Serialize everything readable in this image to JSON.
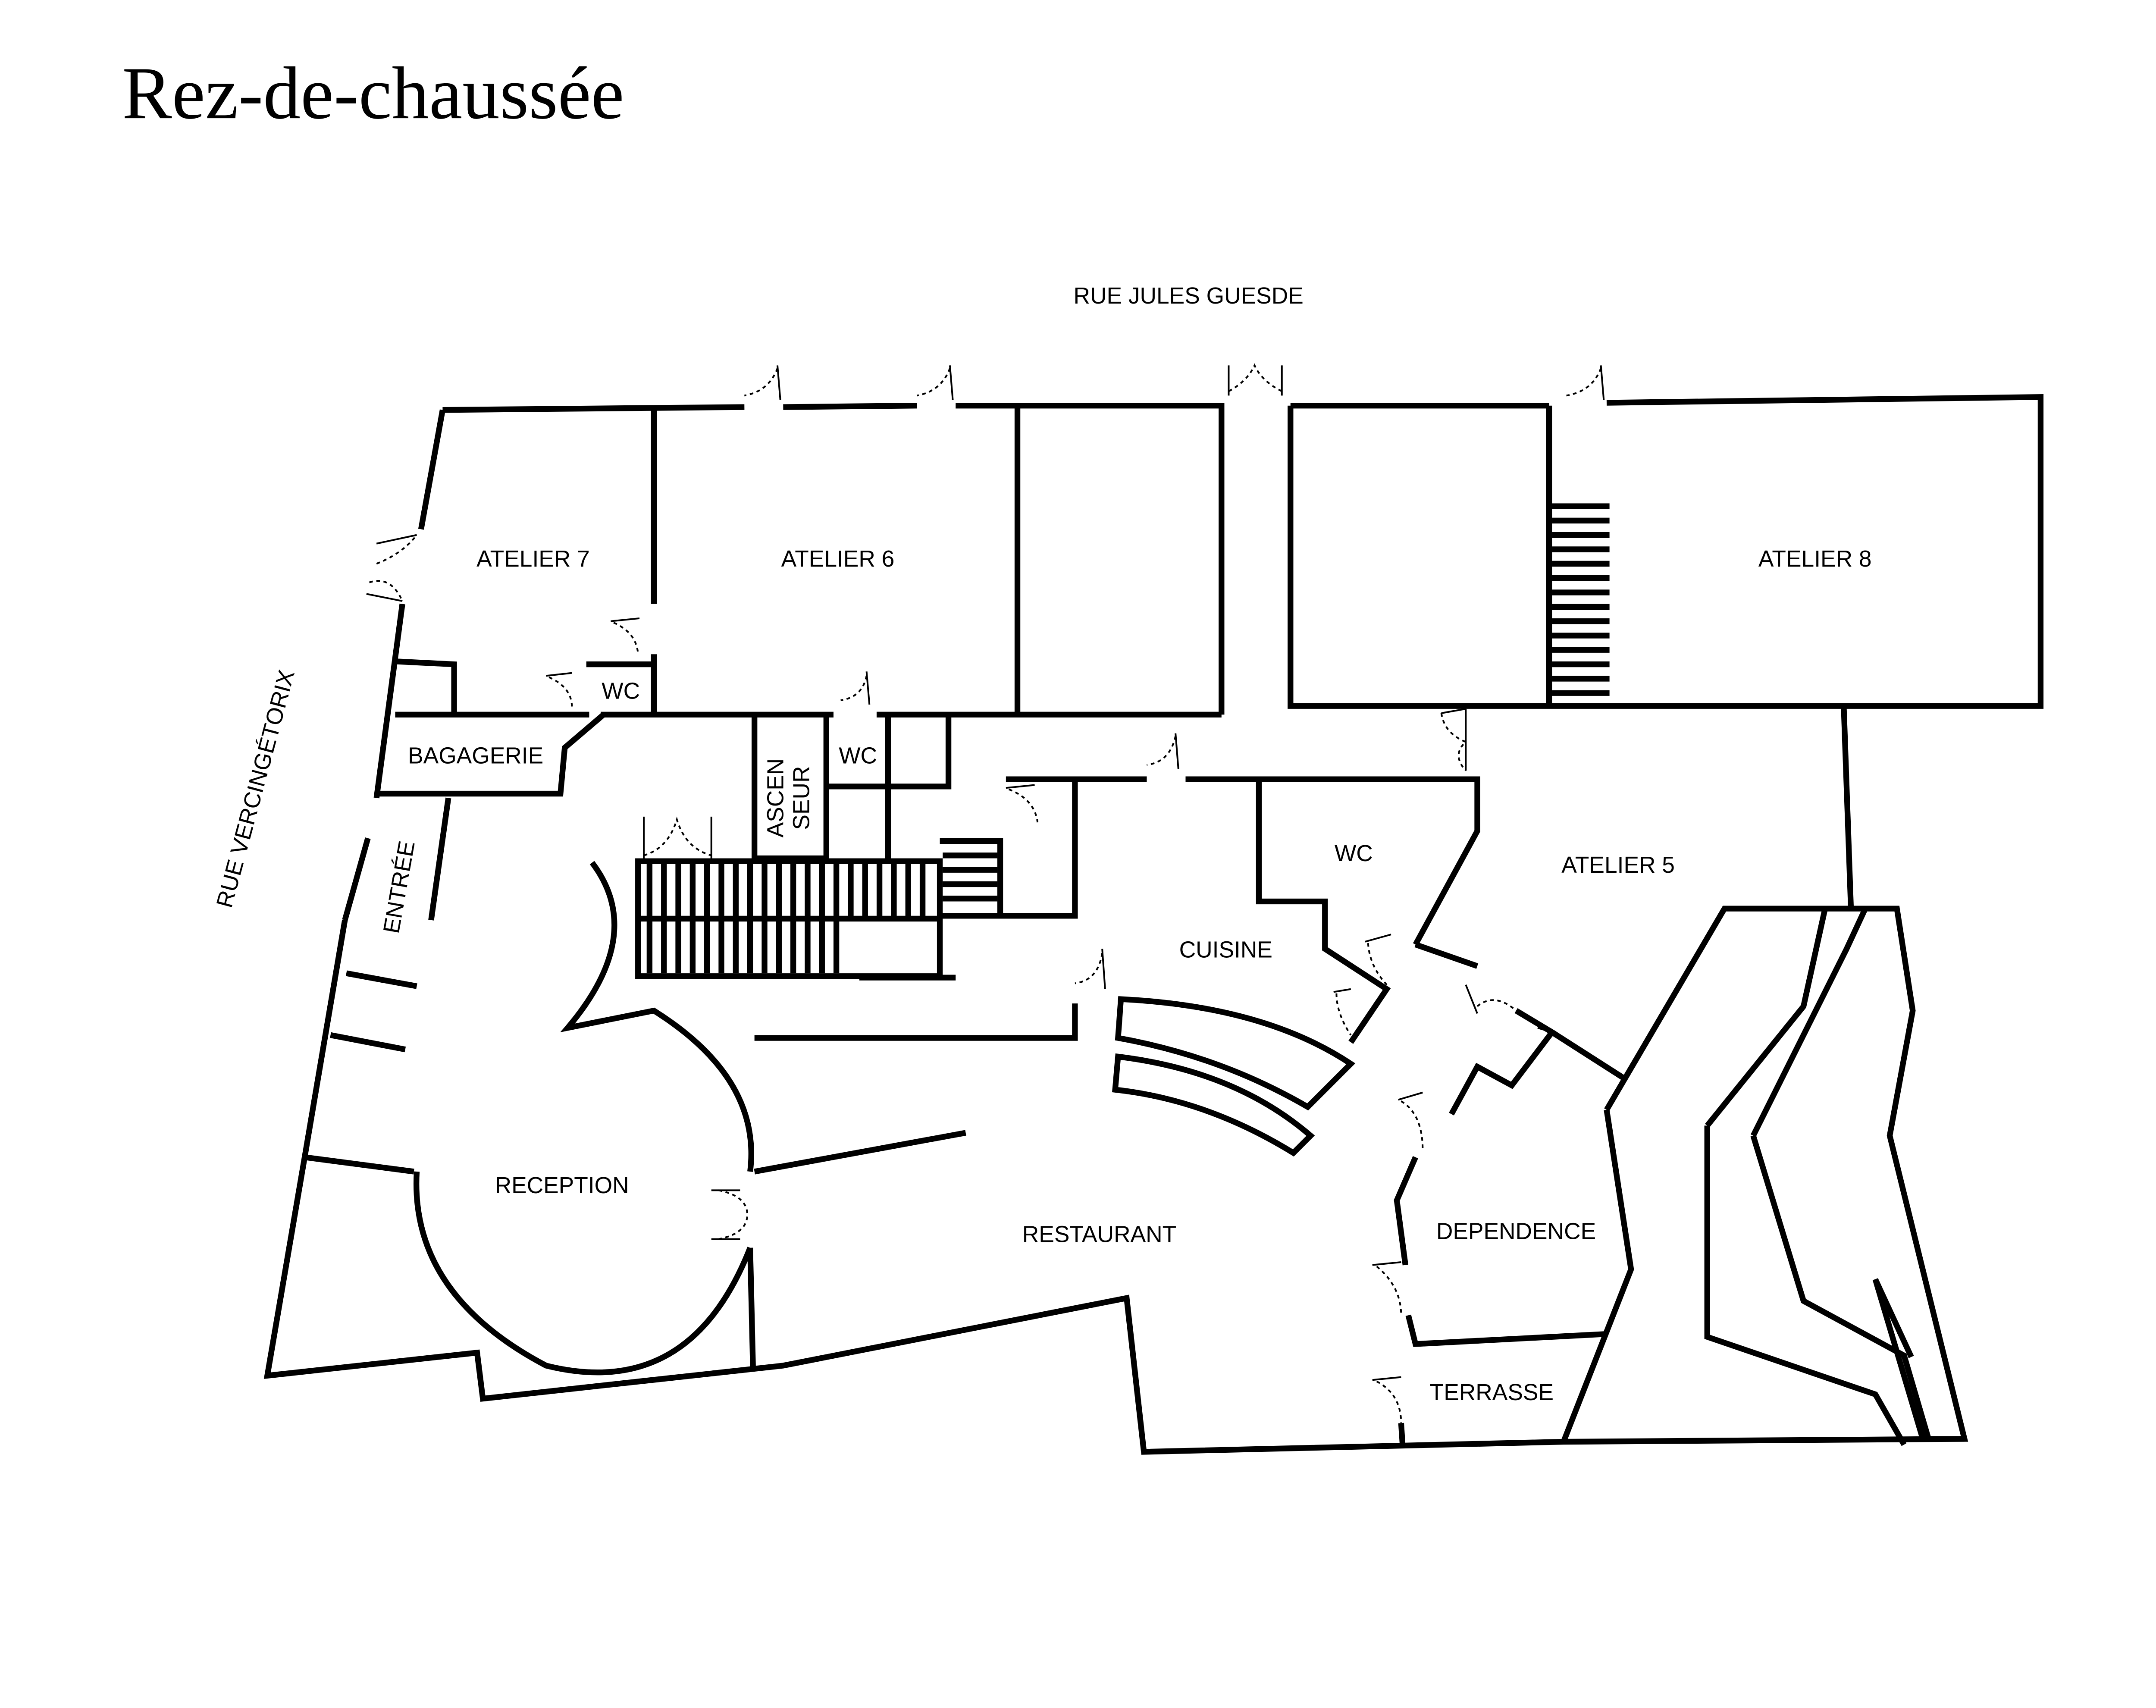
{
  "title": "Rez-de-chaussée",
  "streets": {
    "north": "RUE JULES GUESDE",
    "west": "RUE VERCINGÉTORIX"
  },
  "rooms": {
    "atelier7": "ATELIER 7",
    "atelier6": "ATELIER 6",
    "atelier8": "ATELIER 8",
    "atelier5": "ATELIER 5",
    "wc1": "WC",
    "wc2": "WC",
    "wc3": "WC",
    "bagagerie": "BAGAGERIE",
    "ascenseur_1": "ASCEN",
    "ascenseur_2": "SEUR",
    "entree": "ENTRÉE",
    "cuisine": "CUISINE",
    "reception": "RECEPTION",
    "restaurant": "RESTAURANT",
    "dependence": "DEPENDENCE",
    "terrasse": "TERRASSE"
  }
}
